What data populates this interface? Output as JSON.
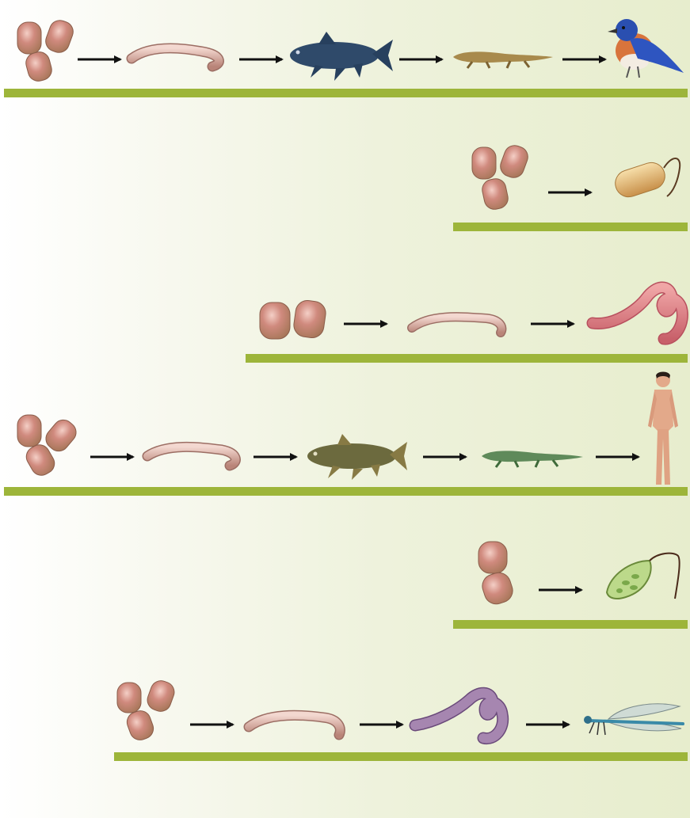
{
  "colors": {
    "background": "#eef2dc",
    "bar": "#9db53a",
    "arrow": "#111111"
  },
  "rows": [
    {
      "name": "bird-lineage",
      "stages": [
        "cells-three-icon",
        "worm-icon",
        "fish-icon",
        "amphibian-icon",
        "bird-icon"
      ]
    },
    {
      "name": "bacterium-lineage",
      "stages": [
        "cells-three-icon",
        "bacterium-icon"
      ]
    },
    {
      "name": "earthworm-lineage",
      "stages": [
        "cells-two-icon",
        "worm-icon",
        "earthworm-icon"
      ]
    },
    {
      "name": "human-lineage",
      "stages": [
        "cells-three-icon",
        "worm-icon",
        "fish-icon",
        "amphibian-icon",
        "human-icon"
      ]
    },
    {
      "name": "protist-lineage",
      "stages": [
        "cells-two-icon",
        "euglena-icon"
      ]
    },
    {
      "name": "dragonfly-lineage",
      "stages": [
        "cells-three-icon",
        "worm-icon",
        "earthworm-icon",
        "dragonfly-icon"
      ]
    }
  ]
}
